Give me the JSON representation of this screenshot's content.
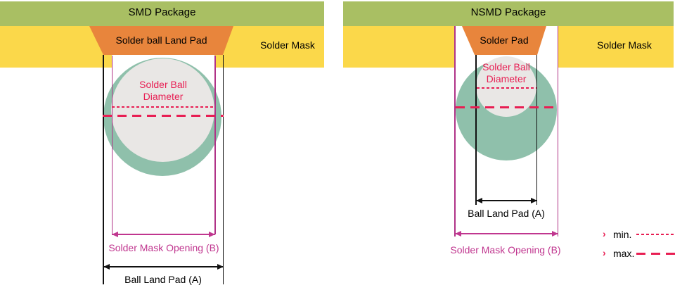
{
  "colors": {
    "substrate_green": "#a9bf63",
    "solder_mask_yellow": "#fbd84a",
    "pad_orange": "#e8853c",
    "solder_teal": "#8fc0ab",
    "ball_gray": "#e9e7e5",
    "dimension_crimson": "#e81e53",
    "opening_magenta": "#c0368f"
  },
  "diagrams": [
    {
      "title": "SMD Package",
      "pad_label": "Solder ball Land Pad",
      "mask_label": "Solder Mask",
      "ball_diameter_line1": "Solder Ball",
      "ball_diameter_line2": "Diameter",
      "mask_opening_label": "Solder Mask Opening (B)",
      "land_pad_label": "Ball Land Pad (A)"
    },
    {
      "title": "NSMD Package",
      "pad_label": "Solder Pad",
      "mask_label": "Solder Mask",
      "ball_diameter_line1": "Solder Ball",
      "ball_diameter_line2": "Diameter",
      "mask_opening_label": "Solder Mask Opening (B)",
      "land_pad_label": "Ball Land Pad (A)"
    }
  ],
  "legend": {
    "bullet": "›",
    "min_label": "min.",
    "max_label": "max."
  }
}
